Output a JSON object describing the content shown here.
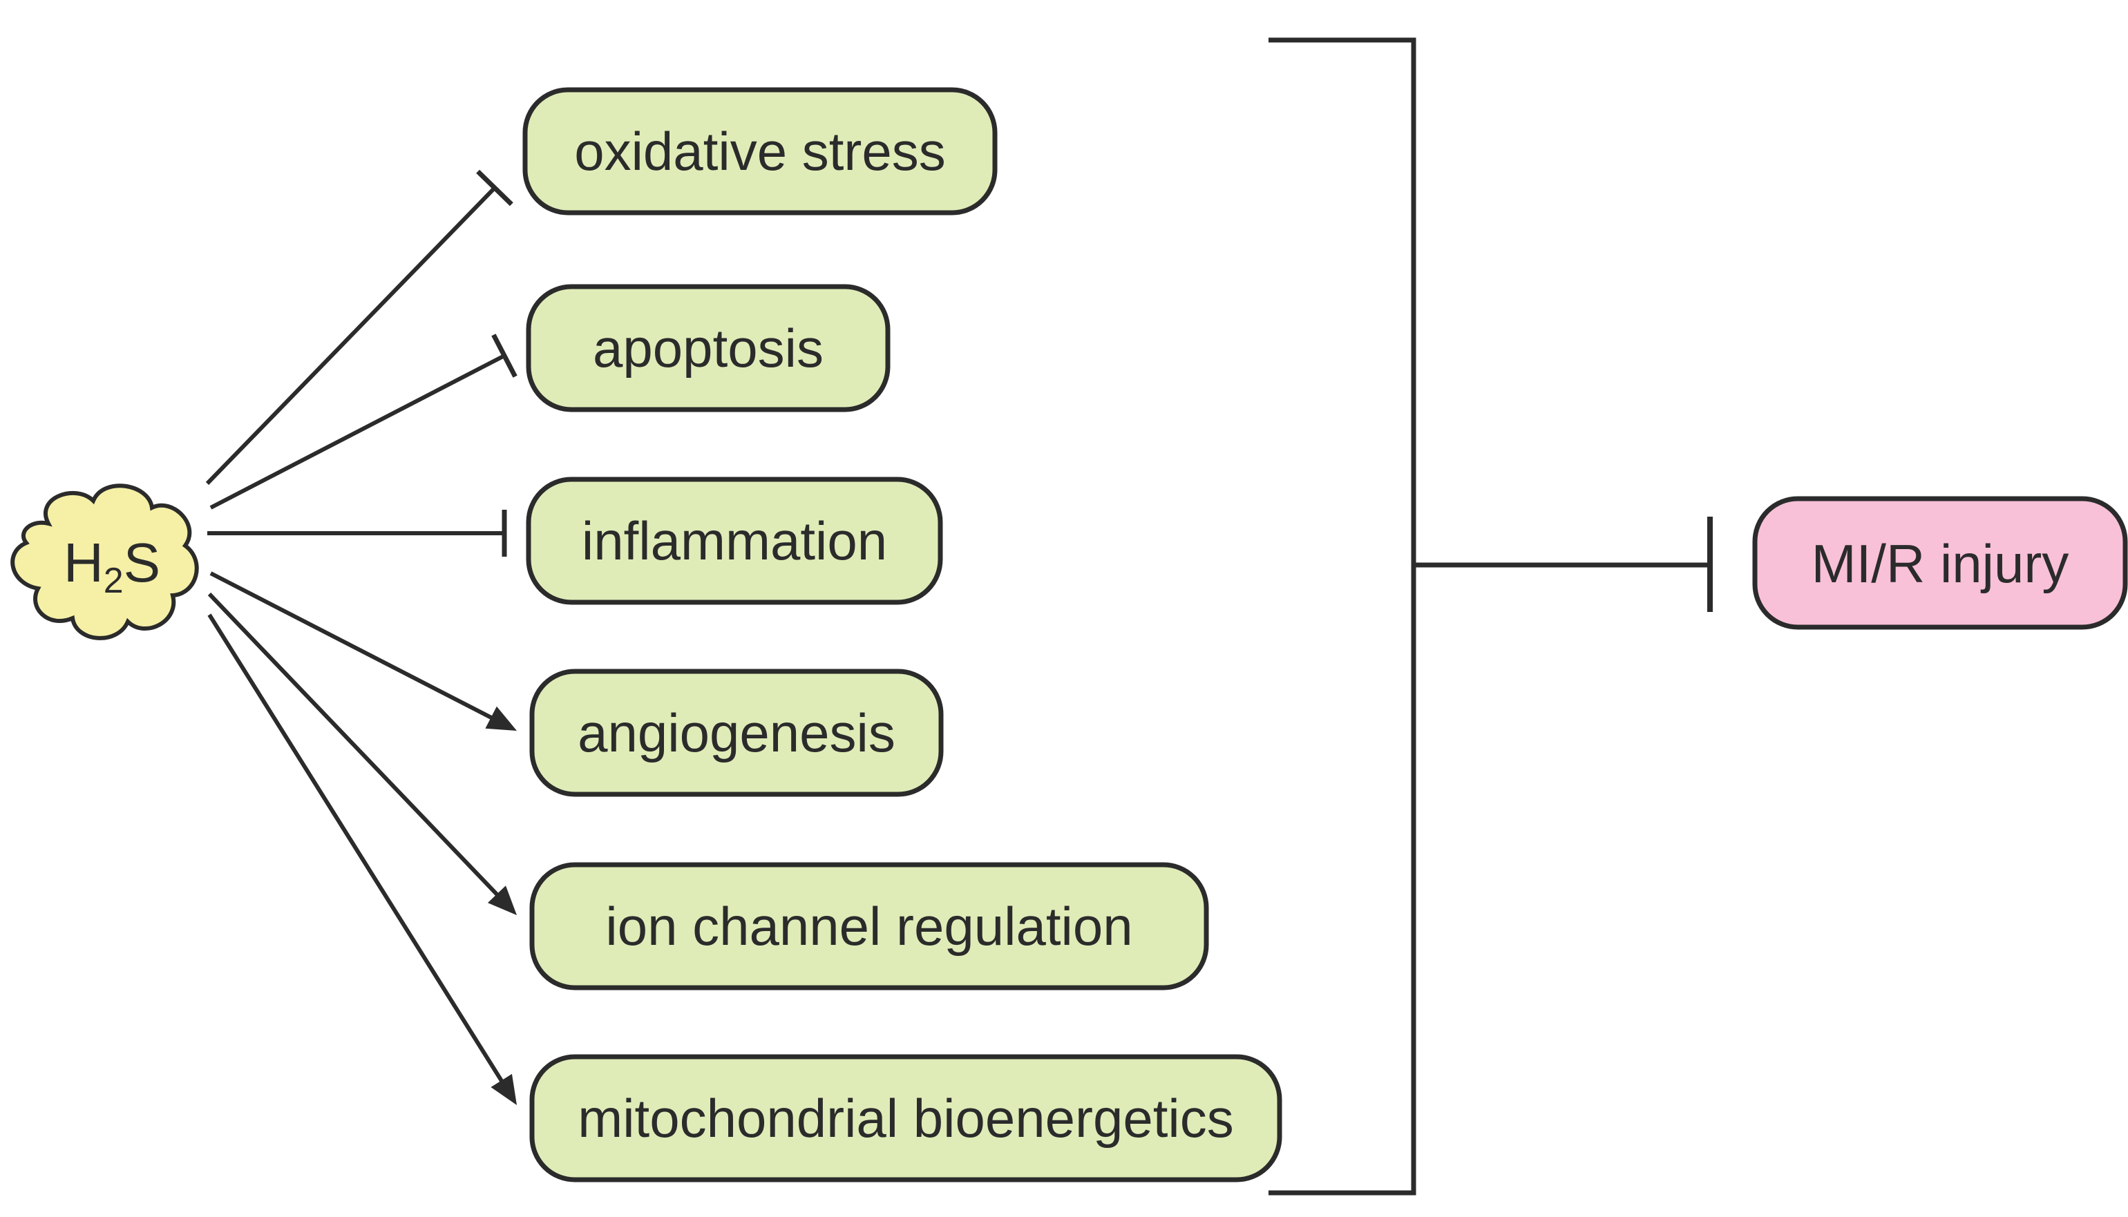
{
  "source": {
    "label_main": "H",
    "label_sub": "2",
    "label_end": "S",
    "fill": "#f5f0a6",
    "stroke": "#2b2b2b"
  },
  "effects": [
    {
      "label": "oxidative stress",
      "relation": "inhibits"
    },
    {
      "label": "apoptosis",
      "relation": "inhibits"
    },
    {
      "label": "inflammation",
      "relation": "inhibits"
    },
    {
      "label": "angiogenesis",
      "relation": "promotes"
    },
    {
      "label": "ion channel regulation",
      "relation": "promotes"
    },
    {
      "label": "mitochondrial bioenergetics",
      "relation": "promotes"
    }
  ],
  "target": {
    "label": "MI/R injury",
    "relation": "inhibits"
  },
  "colors": {
    "effect_fill": "#dfecb8",
    "target_fill": "#f8c1d8",
    "stroke": "#2b2b2b",
    "background": "#ffffff"
  }
}
